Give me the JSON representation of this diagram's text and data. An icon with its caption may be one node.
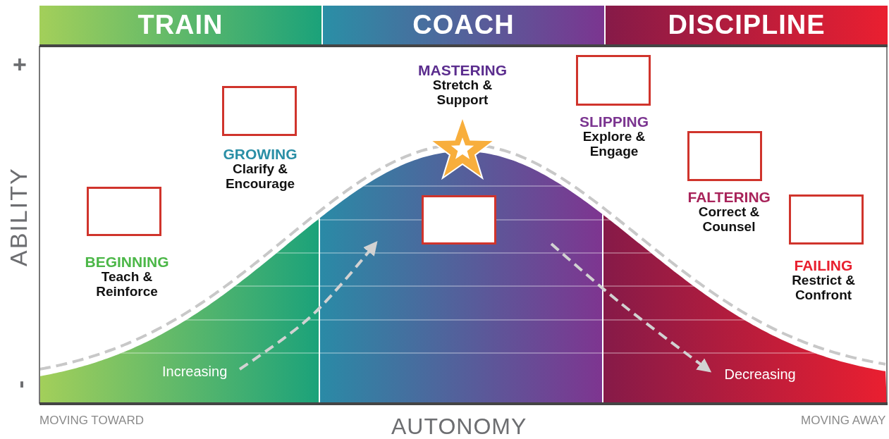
{
  "diagram": {
    "nodes": [
      {
        "text": [
          "TRAIN"
        ]
      },
      {
        "text": [
          "COACH"
        ]
      },
      {
        "text": [
          "DISCIPLINE"
        ]
      },
      {
        "text": [],
        "shape": "box"
      },
      {
        "text": [],
        "shape": "box"
      },
      {
        "text": [],
        "shape": "box"
      },
      {
        "text": [],
        "shape": "box"
      },
      {
        "text": [],
        "shape": "box"
      },
      {
        "text": [],
        "shape": "box"
      }
    ],
    "labels": [
      "+",
      "ABILITY",
      "-",
      "BEGINNING",
      "Teach & Reinforce",
      "GROWING",
      "Clarify & Encourage",
      "MASTERING",
      "Stretch & Support",
      "SLIPPING",
      "Explore & Engage",
      "FALTERING",
      "Correct & Counsel",
      "FAILING",
      "Restrict & Confront",
      "Increasing",
      "Decreasing",
      "MOVING TOWARD",
      "AUTONOMY",
      "MOVING AWAY"
    ]
  }
}
